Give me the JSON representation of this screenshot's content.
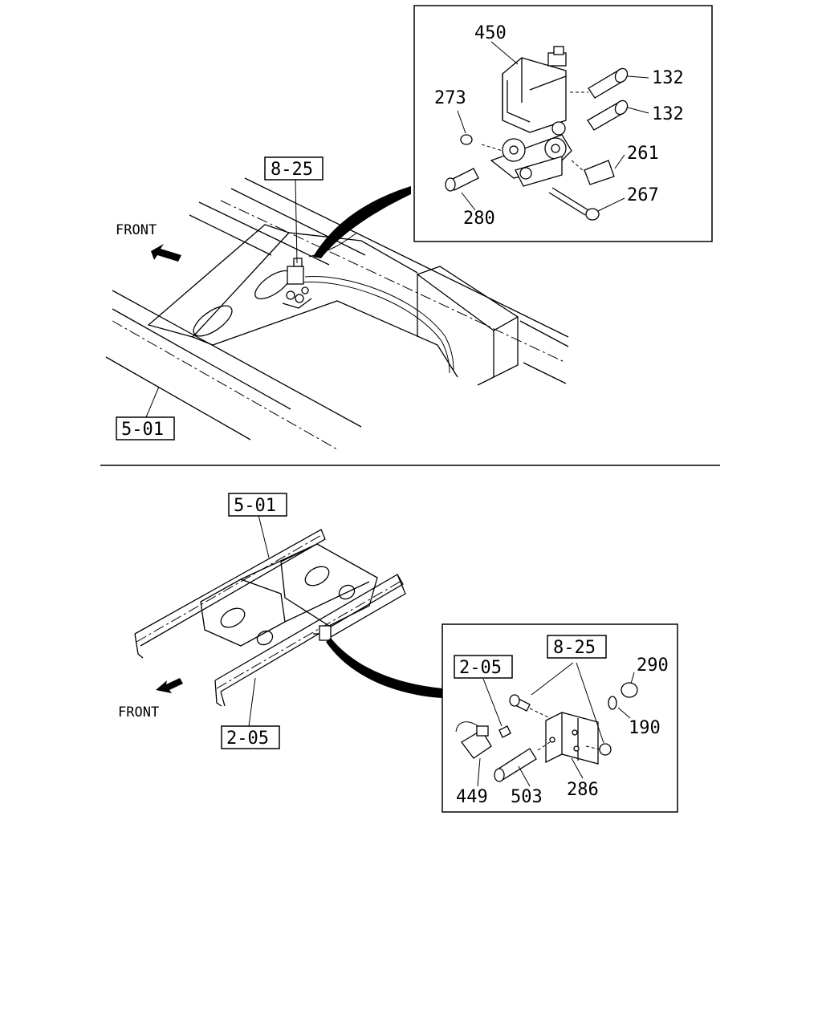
{
  "top_view": {
    "front_label": "FRONT",
    "ref_frame": "5-01",
    "ref_mount": "8-25",
    "detail_parts": {
      "p450": "450",
      "p132a": "132",
      "p132b": "132",
      "p273": "273",
      "p261": "261",
      "p267": "267",
      "p280": "280"
    }
  },
  "bottom_view": {
    "front_label": "FRONT",
    "ref_frame": "5-01",
    "ref_harness": "2-05",
    "detail_refs": {
      "ref_mount": "8-25",
      "ref_harness": "2-05"
    },
    "detail_parts": {
      "p290": "290",
      "p190": "190",
      "p449": "449",
      "p503": "503",
      "p286": "286"
    }
  }
}
